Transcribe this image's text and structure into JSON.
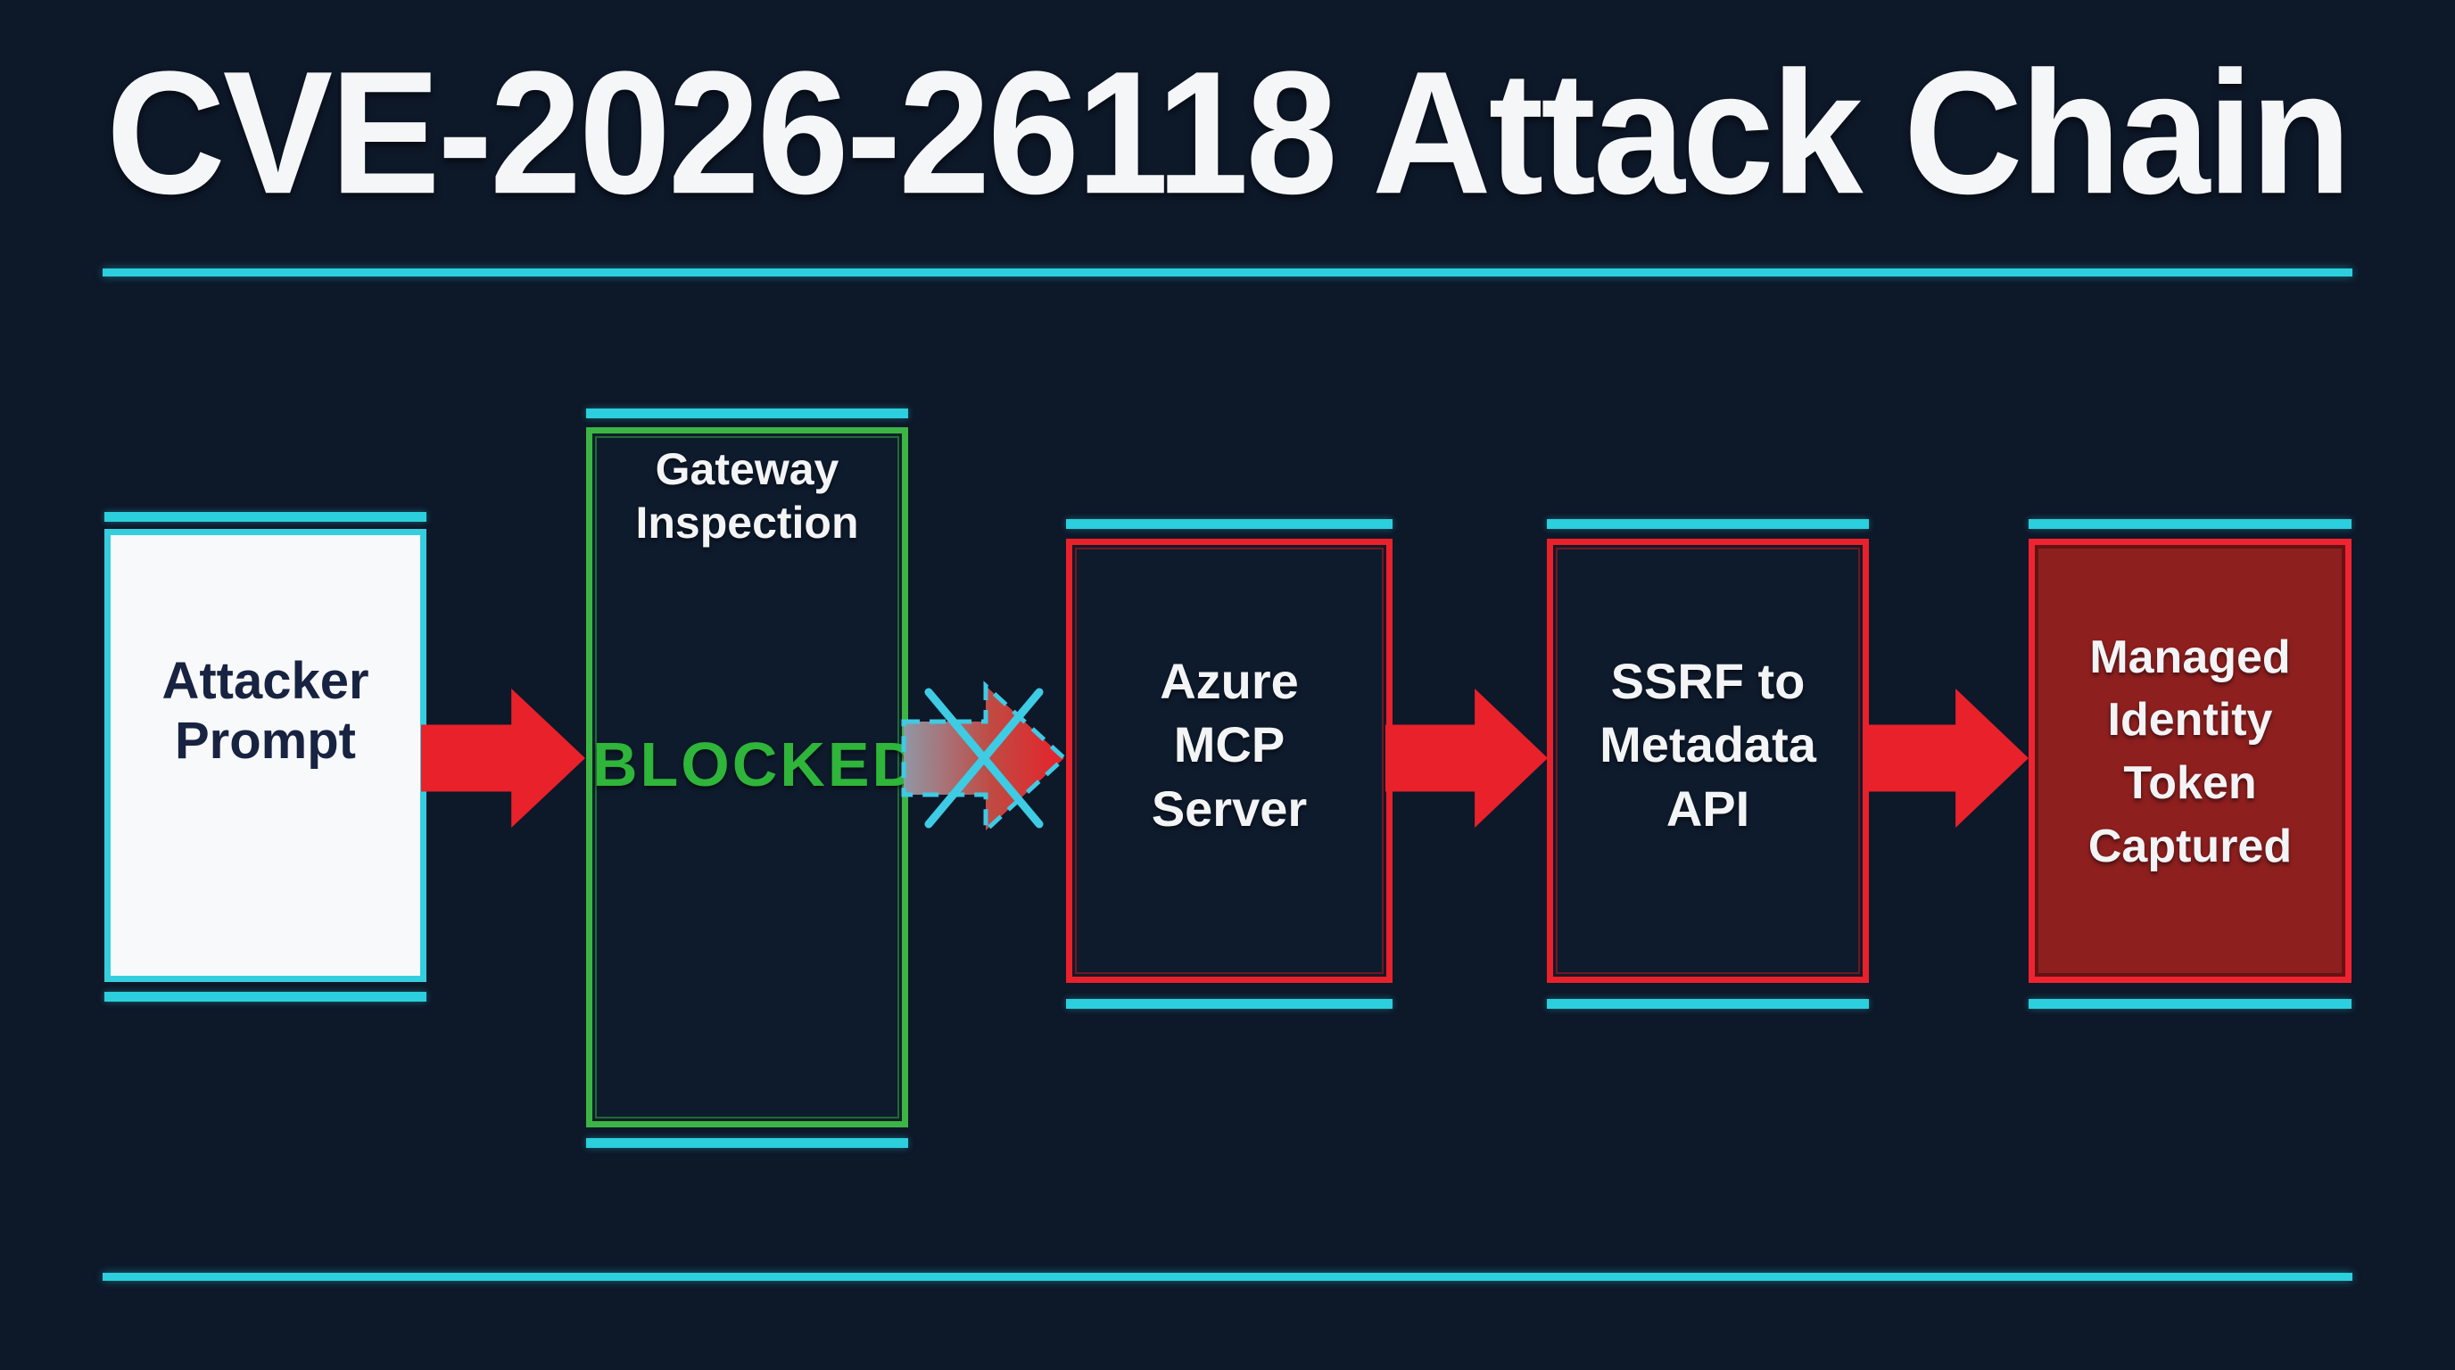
{
  "title": "CVE-2026-26118 Attack Chain",
  "nodes": [
    {
      "id": "attacker-prompt",
      "lines": [
        "Attacker",
        "Prompt"
      ]
    },
    {
      "id": "gateway-inspection",
      "lines": [
        "Gateway",
        "Inspection"
      ],
      "status": "BLOCKED"
    },
    {
      "id": "azure-mcp-server",
      "lines": [
        "Azure",
        "MCP",
        "Server"
      ]
    },
    {
      "id": "ssrf-to-metadata-api",
      "lines": [
        "SSRF to",
        "Metadata",
        "API"
      ]
    },
    {
      "id": "managed-identity-token-captured",
      "lines": [
        "Managed",
        "Identity",
        "Token",
        "Captured"
      ]
    }
  ],
  "colors": {
    "background": "#0d1829",
    "accent_cyan": "#2bcfdd",
    "arrow_red": "#e8212b",
    "border_green": "#3db544",
    "status_green": "#2eb53a",
    "captured_box_fill": "#8e1f1f",
    "attacker_box_fill": "#f8f9fa",
    "attacker_box_text": "#182342",
    "text_light": "#f3f4f6"
  }
}
